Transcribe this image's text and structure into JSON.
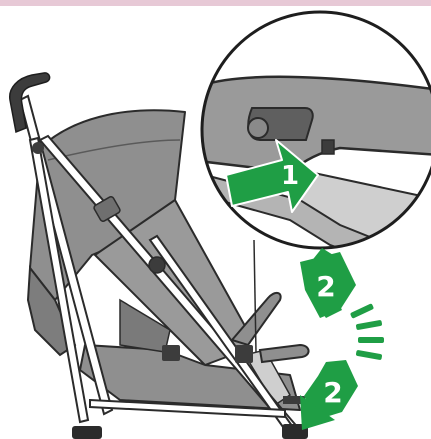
{
  "step_labels": {
    "press": "1",
    "rotate_up": "2",
    "rotate_down": "2"
  },
  "colors": {
    "fabric": "#8f8f8f",
    "fabric_dark": "#6f6f6f",
    "frame_outline": "#2b2b2b",
    "handle": "#3c3c3c",
    "callout_bg": "#9a9a9a",
    "callout_slot": "#5f5f5f",
    "accent_green": "#1f9e45",
    "top_rule": "#e7c9d6"
  },
  "icons": [
    "callout-magnifier-icon",
    "press-arrow-icon",
    "rotate-arrow-icon"
  ]
}
